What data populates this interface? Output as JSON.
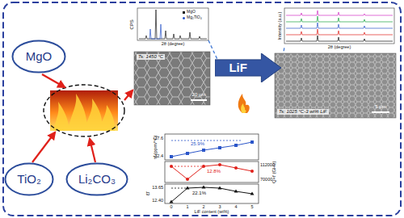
{
  "diagram": {
    "nodes": [
      {
        "text": [
          "MgO"
        ]
      },
      {
        "text": [
          "TiO₂"
        ]
      },
      {
        "text": [
          "Li₂CO₃"
        ]
      },
      {
        "text": [
          "LiF"
        ]
      }
    ],
    "labels": [
      "CPS",
      "2θ (degree)",
      "Ts: 1450 °C",
      "20 μm",
      "Intensity (a.u.)",
      "2θ (degree)",
      "Ts: 1025 °C-3 wt% LiF",
      "5 μm",
      "τf (ppm/°C)",
      "-27.6",
      "-32.4",
      "25.9%",
      "Q×f (GHz)",
      "112000",
      "70000",
      "12.8%",
      "εr",
      "13.65",
      "12.40",
      "22.1%",
      "0",
      "1",
      "2",
      "3",
      "4",
      "5",
      "LiF content (wt%)"
    ],
    "legend": [
      {
        "text": "MgO"
      },
      {
        "text": "Mg₂TiO₄"
      }
    ]
  }
}
